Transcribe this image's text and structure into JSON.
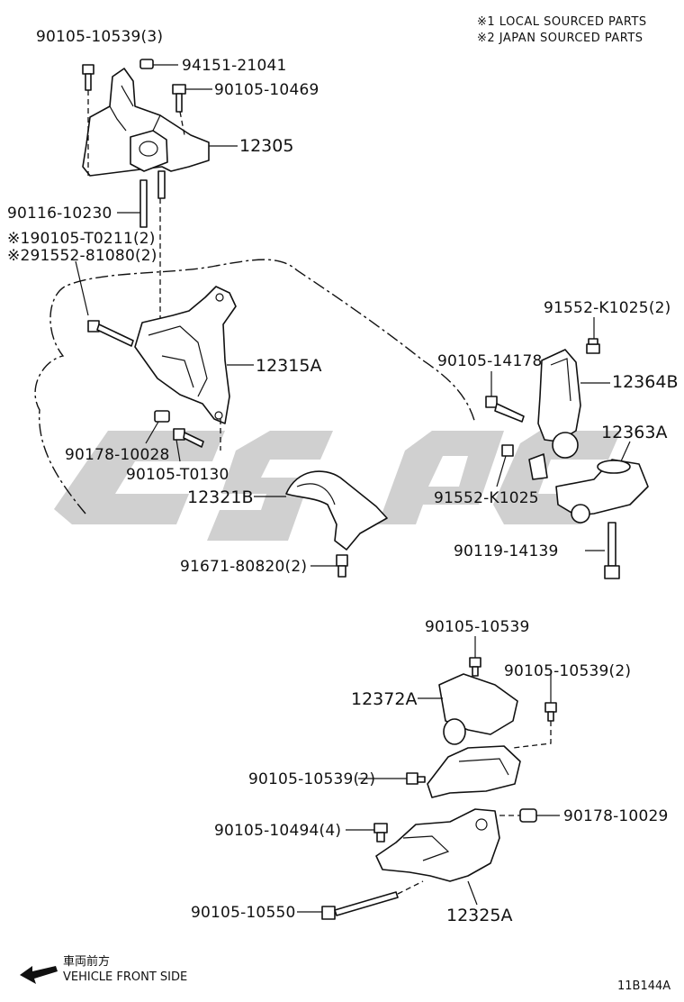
{
  "notes": {
    "local": "※1 LOCAL SOURCED PARTS",
    "japan": "※2 JAPAN SOURCED PARTS"
  },
  "labels": {
    "p90105_10539_3": "90105-10539(3)",
    "p94151_21041": "94151-21041",
    "p90105_10469": "90105-10469",
    "p12305": "12305",
    "p90116_10230": "90116-10230",
    "p90105_T0211": "※190105-T0211(2)",
    "p91552_81080": "※291552-81080(2)",
    "p12315A": "12315A",
    "p90178_10028": "90178-10028",
    "p90105_T0130": "90105-T0130",
    "p12321B": "12321B",
    "p91671_80820": "91671-80820(2)",
    "p91552_K1025_2": "91552-K1025(2)",
    "p90105_14178": "90105-14178",
    "p12364B": "12364B",
    "p12363A": "12363A",
    "p91552_K1025": "91552-K1025",
    "p90119_14139": "90119-14139",
    "p90105_10539_a": "90105-10539",
    "p90105_10539_2a": "90105-10539(2)",
    "p12372A": "12372A",
    "p90105_10539_2b": "90105-10539(2)",
    "p90105_10494": "90105-10494(4)",
    "p90178_10029": "90178-10029",
    "p90105_10550": "90105-10550",
    "p12325A": "12325A"
  },
  "footer": {
    "front_jp": "車両前方",
    "front_en": "VEHICLE FRONT SIDE",
    "code": "11B144A"
  },
  "colors": {
    "line": "#111111",
    "watermark": "#c8c8c8"
  },
  "icons": {
    "front_arrow": "arrow-left-icon"
  }
}
